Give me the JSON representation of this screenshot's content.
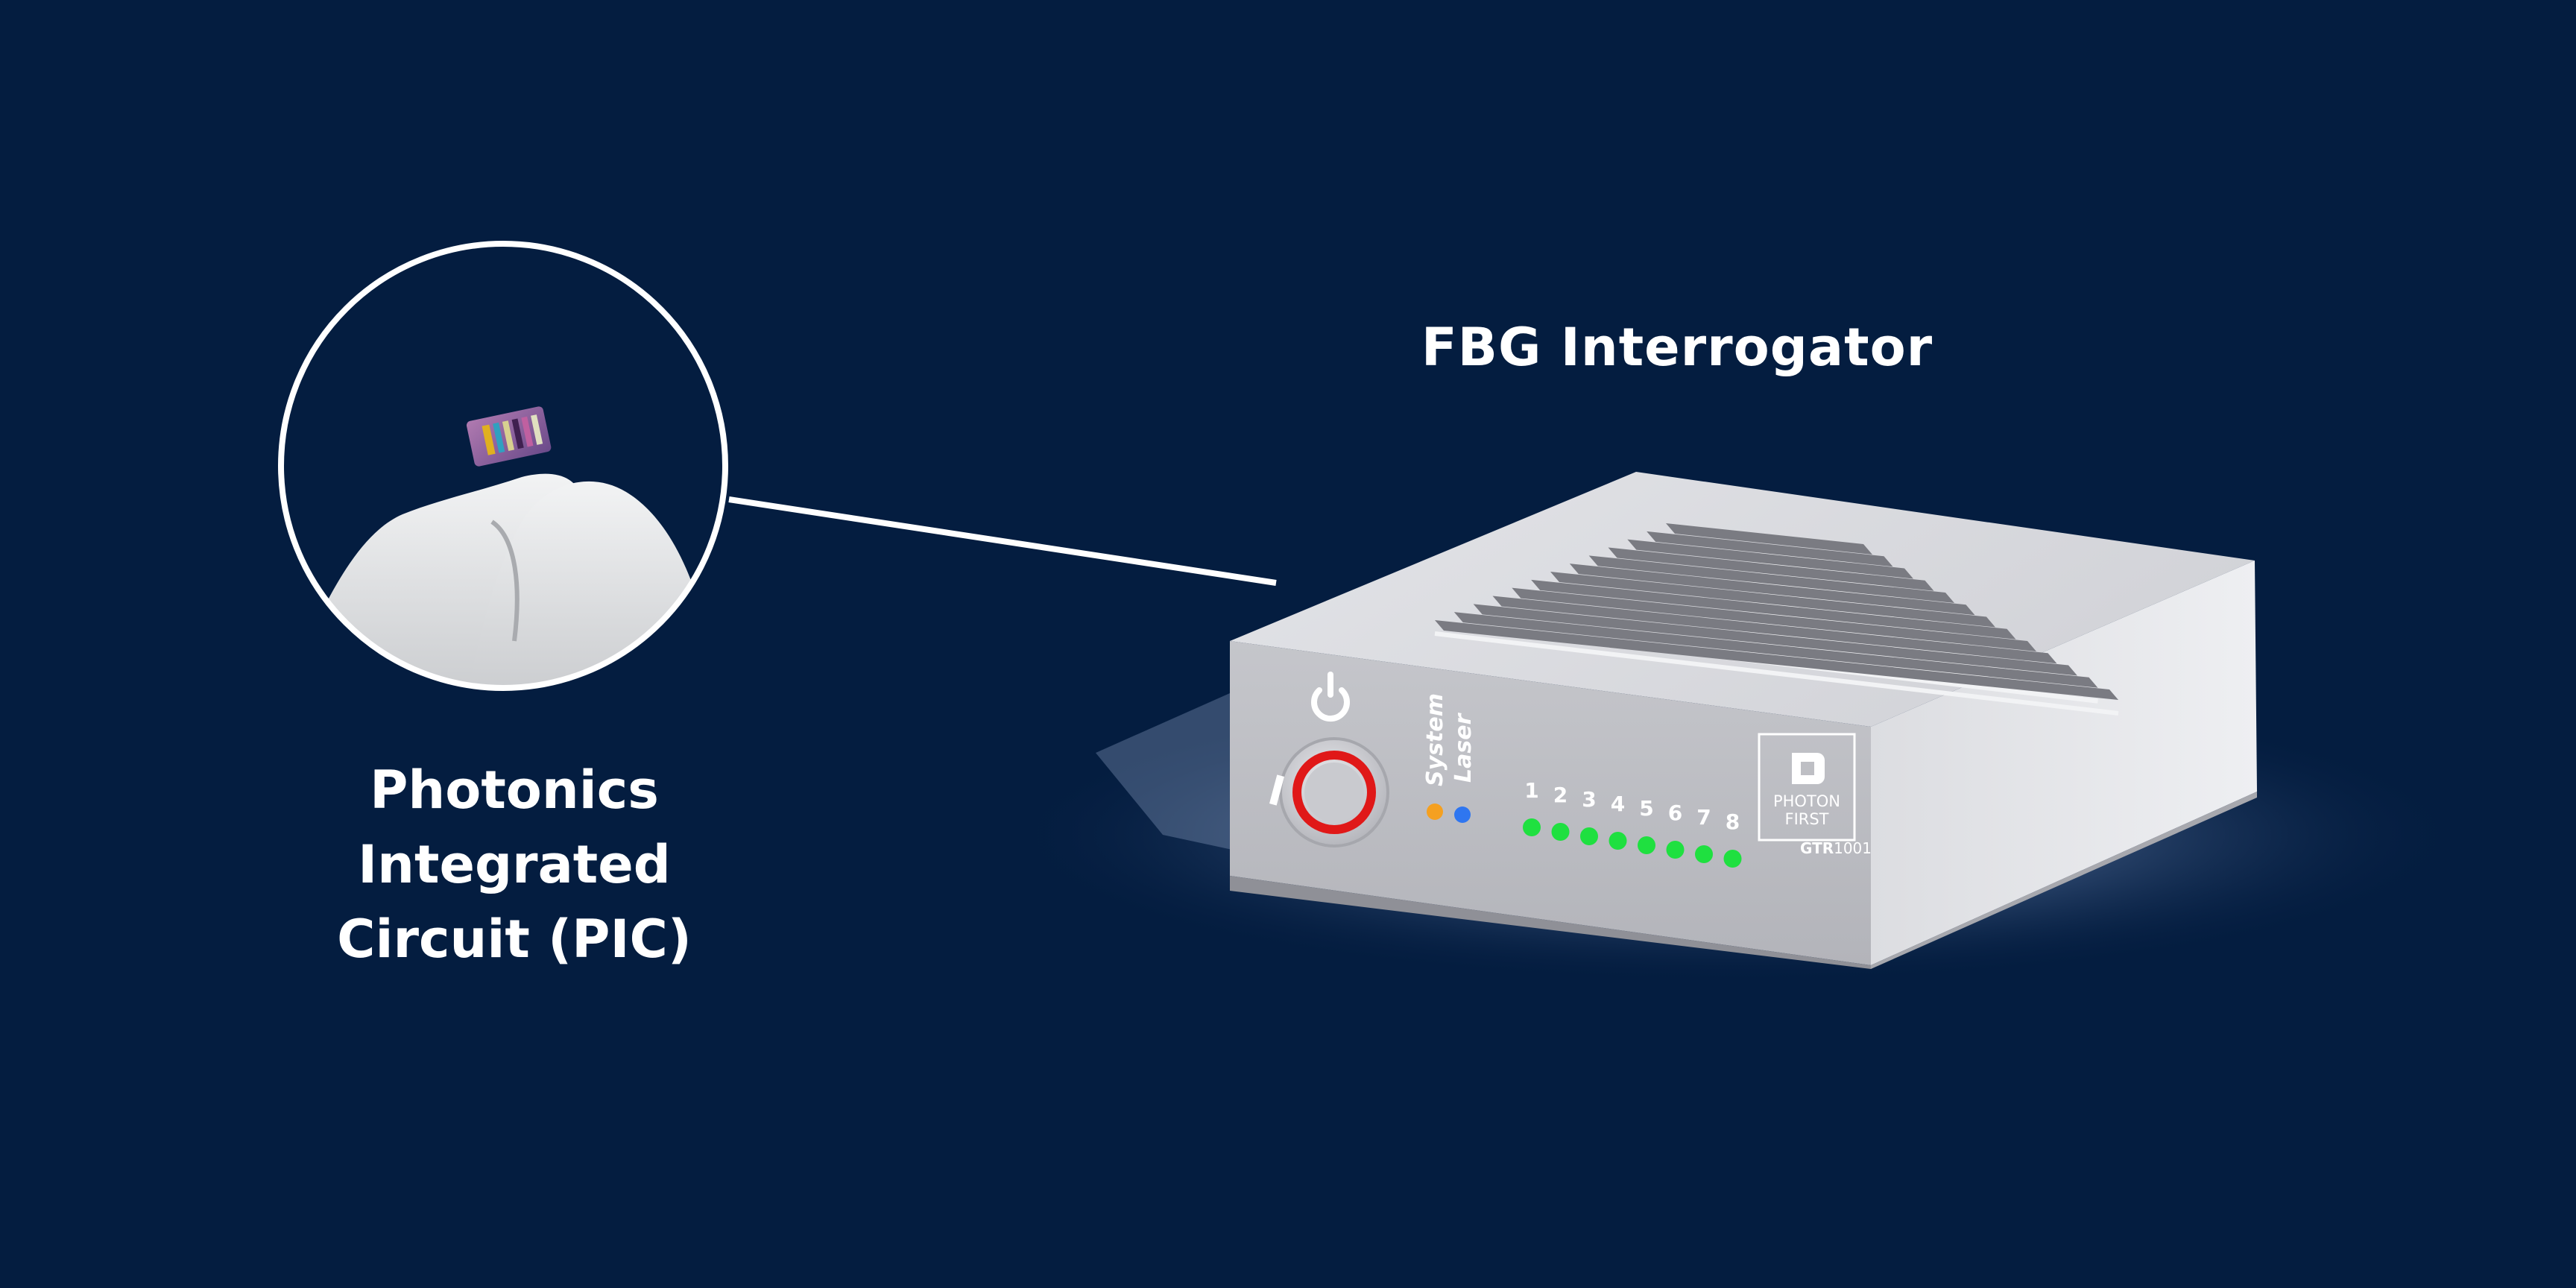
{
  "labels": {
    "device_title": "FBG Interrogator",
    "pic_caption_lines": [
      "Photonics",
      "Integrated",
      "Circuit (PIC)"
    ]
  },
  "device": {
    "status_labels": {
      "system": "System",
      "laser": "Laser"
    },
    "channels": [
      "1",
      "2",
      "3",
      "4",
      "5",
      "6",
      "7",
      "8"
    ],
    "brand_line1": "PHOTON",
    "brand_line2": "FIRST",
    "model_prefix": "GTR",
    "model_number": "1001",
    "power_icon": "power-icon"
  },
  "colors": {
    "background": "#041d40",
    "caption_text": "#ffffff",
    "system_led": "#f5a020",
    "laser_led": "#2f76f0",
    "channel_led": "#1fe040",
    "power_ring": "#e01818",
    "device_body": "#c9cacf"
  }
}
